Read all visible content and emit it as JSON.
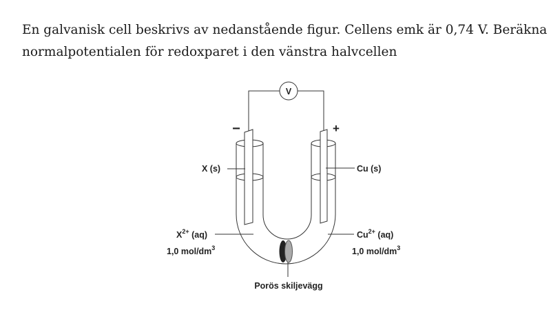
{
  "question": {
    "line1": "En galvanisk cell beskrivs av nedanstående figur. Cellens emk är 0,74 V. Beräkna",
    "line2": "normalpotentialen för redoxparet i den vänstra halvcellen"
  },
  "figure": {
    "voltmeter": "V",
    "minus": "−",
    "plus": "+",
    "left_electrode": "X (s)",
    "right_electrode": "Cu (s)",
    "left_ion_base": "X",
    "left_ion_charge": "2+",
    "left_ion_state": " (aq)",
    "left_conc": "1,0 mol/dm",
    "right_ion_base": "Cu",
    "right_ion_charge": "2+",
    "right_ion_state": " (aq)",
    "right_conc": "1,0 mol/dm",
    "conc_exp": "3",
    "separator": "Porös skiljevägg"
  }
}
